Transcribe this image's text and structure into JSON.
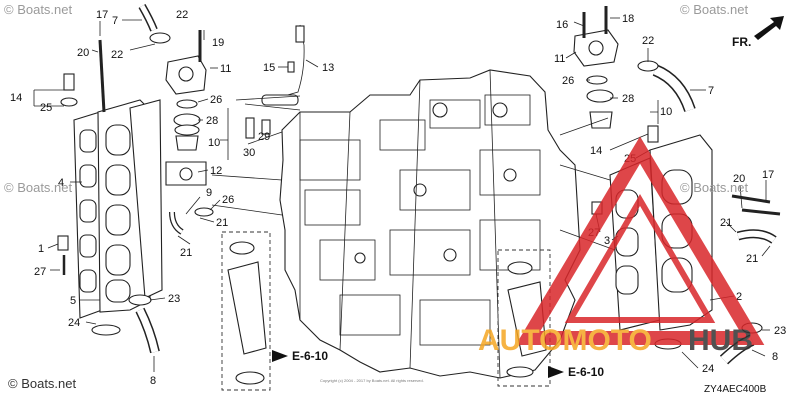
{
  "watermark": "© Boats.net",
  "diagram_code": "ZY4AEC400B",
  "direction_label": "FR.",
  "reference_label": "E-6-10",
  "copyright_line": "Copyright (c) 2004 - 2017 by Boats.net. All rights reserved.",
  "logo": {
    "text_orange": "AUTOMOTO",
    "text_dark": "HUB",
    "color_orange": "#f5a623",
    "color_dark": "#333333",
    "triangle_color": "#d9262a"
  },
  "callouts": [
    "17",
    "7",
    "22",
    "22",
    "20",
    "19",
    "11",
    "15",
    "13",
    "14",
    "25",
    "26",
    "28",
    "10",
    "29",
    "30",
    "12",
    "4",
    "9",
    "26",
    "21",
    "21",
    "1",
    "27",
    "5",
    "23",
    "24",
    "8",
    "16",
    "18",
    "11",
    "22",
    "7",
    "26",
    "28",
    "10",
    "14",
    "25",
    "20",
    "17",
    "21",
    "27",
    "3",
    "21",
    "2",
    "23",
    "24",
    "8"
  ]
}
